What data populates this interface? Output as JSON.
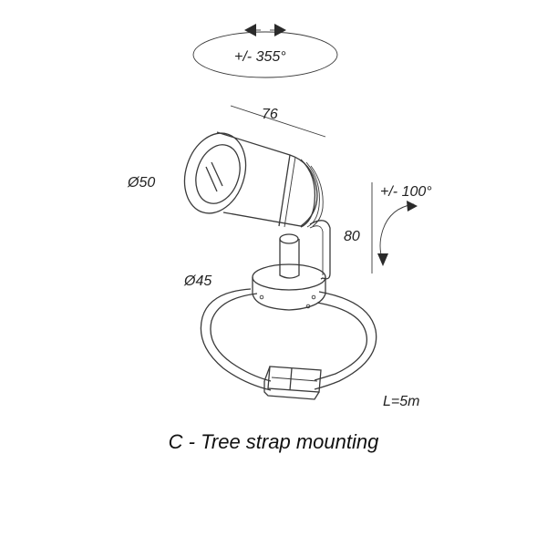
{
  "rotation_horizontal": "+/- 355°",
  "length_dim": "76",
  "diameter_head": "Ø50",
  "tilt_angle": "+/- 100°",
  "height_dim": "80",
  "diameter_base": "Ø45",
  "strap_length": "L=5m",
  "caption": "C - Tree strap mounting"
}
